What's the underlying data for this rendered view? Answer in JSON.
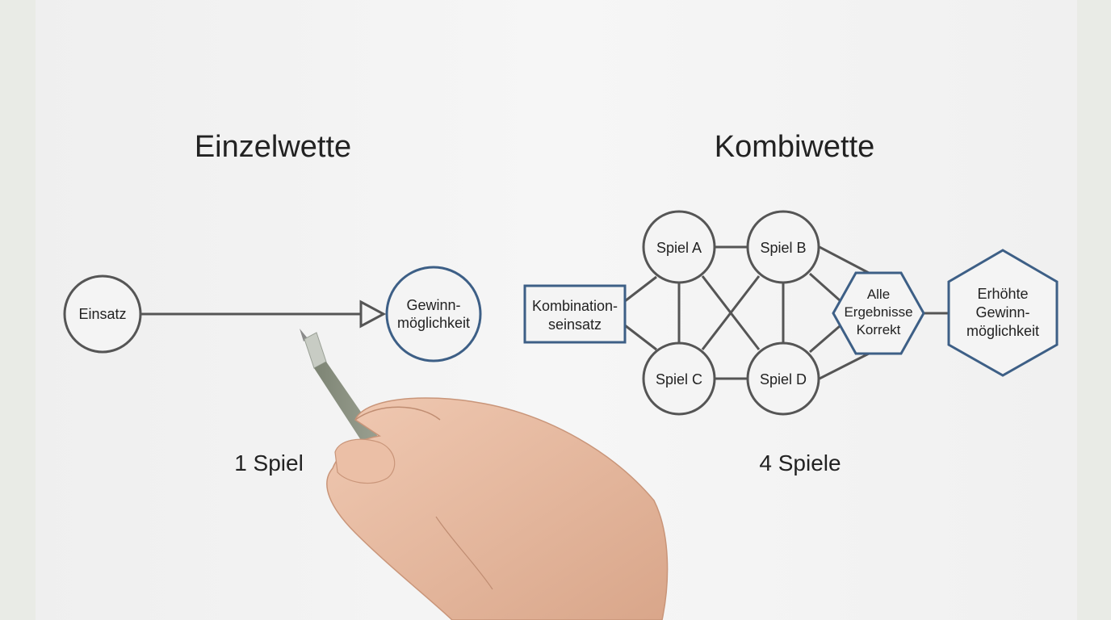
{
  "colors": {
    "paper": "#f4f4f4",
    "background": "#e9ebe6",
    "gray_stroke": "#555555",
    "blue_stroke": "#3d5f86",
    "text": "#222222"
  },
  "left": {
    "title": "Einzelwette",
    "caption": "1 Spiel",
    "stake_node": "Einsatz",
    "win_node_line1": "Gewinn-",
    "win_node_line2": "möglichkeit"
  },
  "right": {
    "title": "Kombiwette",
    "caption": "4 Spiele",
    "stake_node_line1": "Kombination-",
    "stake_node_line2": "seinsatz",
    "games": [
      "Spiel A",
      "Spiel B",
      "Spiel C",
      "Spiel D"
    ],
    "condition_line1": "Alle",
    "condition_line2": "Ergebnisse",
    "condition_line3": "Korrekt",
    "result_line1": "Erhöhte",
    "result_line2": "Gewinn-",
    "result_line3": "möglichkeit"
  },
  "overlay": {
    "hand_with_pen": "hand-holding-pen"
  }
}
